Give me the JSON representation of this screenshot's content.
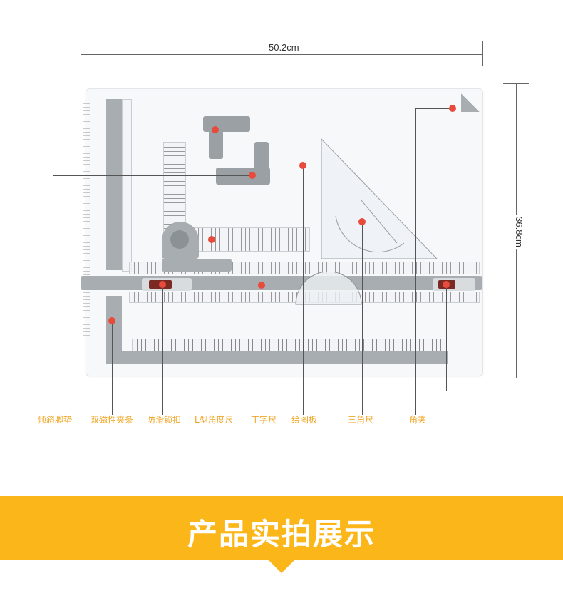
{
  "dimensions": {
    "width_label": "50.2cm",
    "height_label": "36.8cm"
  },
  "parts": [
    {
      "name": "tilt-pad",
      "label": "倾斜脚垫"
    },
    {
      "name": "double-magnetic-strip",
      "label": "双磁性夹条"
    },
    {
      "name": "anti-slip-lock",
      "label": "防滑锁扣"
    },
    {
      "name": "l-angle-ruler",
      "label": "L型角度尺"
    },
    {
      "name": "t-square",
      "label": "丁字尺"
    },
    {
      "name": "drawing-board",
      "label": "绘图板"
    },
    {
      "name": "triangle-ruler",
      "label": "三角尺"
    },
    {
      "name": "corner-clip",
      "label": "角夹"
    }
  ],
  "banner": {
    "title": "产品实拍展示"
  },
  "colors": {
    "accent": "#fbb619",
    "label_text": "#f0a623",
    "marker": "#e84b3c"
  }
}
